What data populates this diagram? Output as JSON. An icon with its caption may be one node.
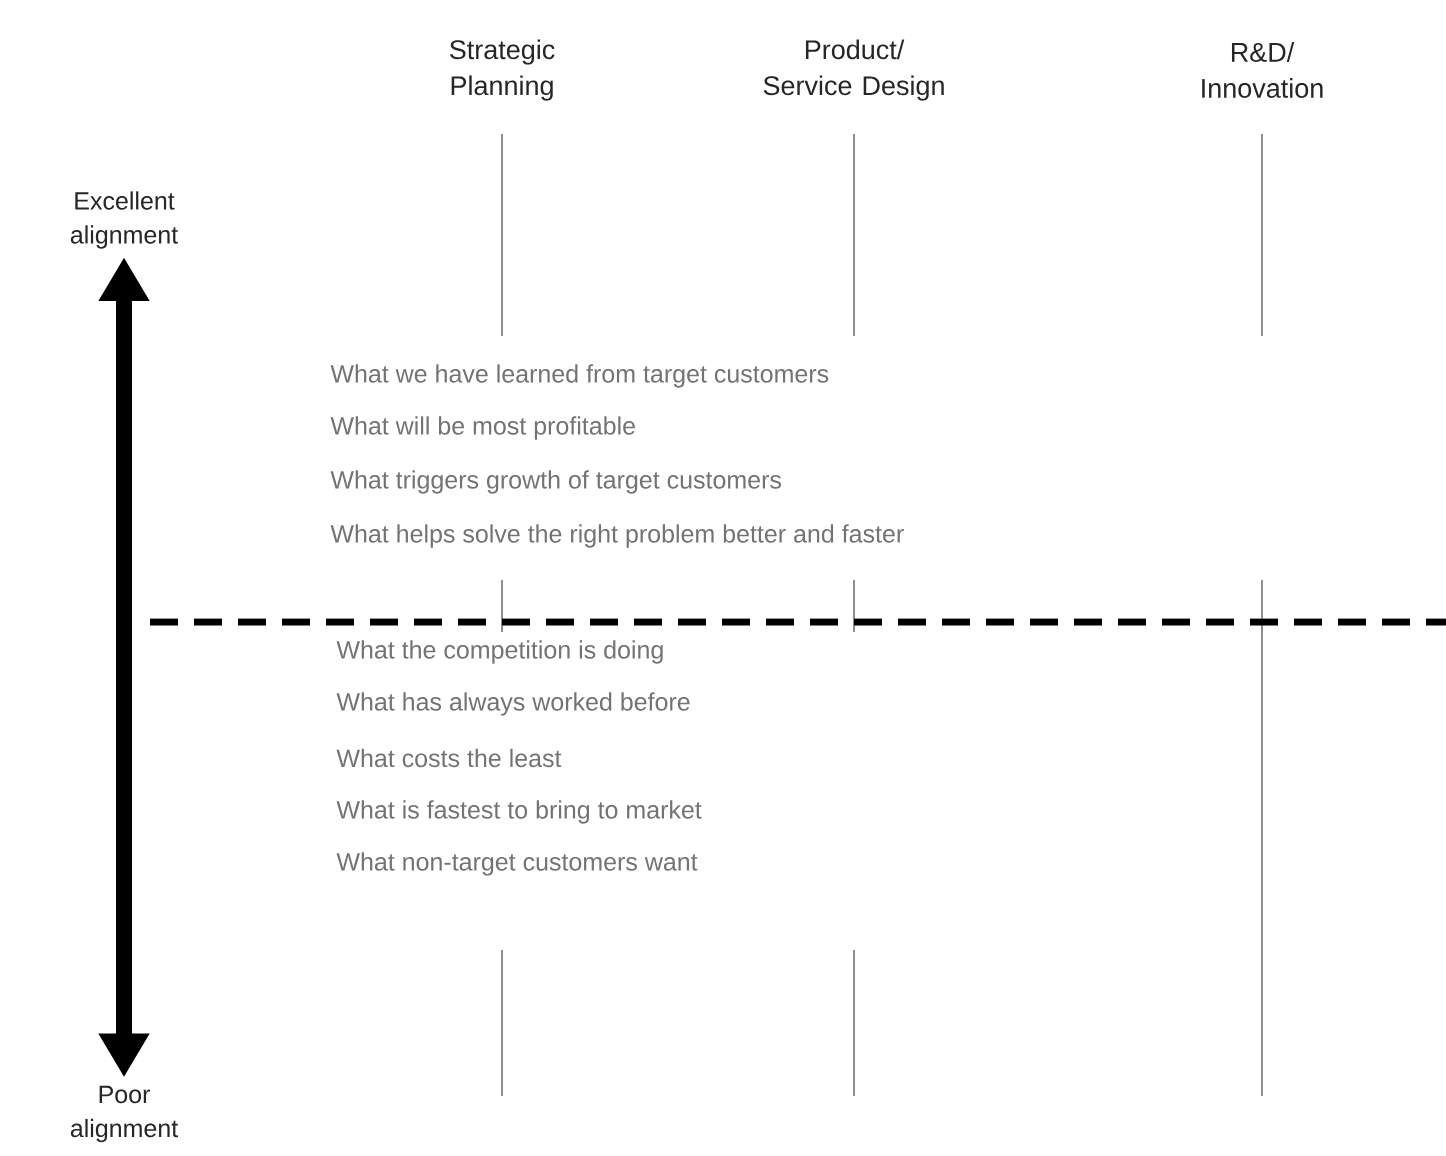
{
  "diagram": {
    "nodes": [
      {
        "text": [
          "Excellent alignment"
        ]
      },
      {
        "text": [
          "Poor alignment"
        ]
      }
    ],
    "edges": [
      {
        "from": 0,
        "to": 1,
        "arrow": "both"
      }
    ],
    "labels": [
      "Strategic Planning",
      "Product/ Service Design",
      "R&D/ Innovation",
      "What we have learned from target customers",
      "What will be most profitable",
      "What triggers growth of target customers",
      "What helps solve the right problem better and faster",
      "What the competition is doing",
      "What has always worked before",
      "What costs the least",
      "What is fastest to bring to market",
      "What non-target customers want"
    ]
  }
}
